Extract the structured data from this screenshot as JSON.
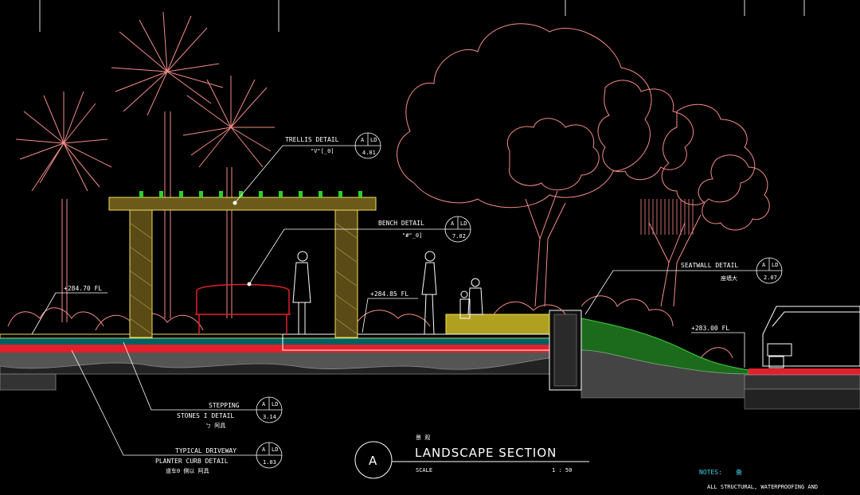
{
  "callouts": {
    "trellis": {
      "title": "TRELLIS DETAIL",
      "sub": "\"V\"[_0]",
      "letter": "A",
      "sheet": "LD",
      "num": "4.01"
    },
    "bench": {
      "title": "BENCH DETAIL",
      "sub": "\"#\"_0]",
      "letter": "A",
      "sheet": "LD",
      "num": "7.02"
    },
    "seatwall": {
      "title": "SEATWALL DETAIL",
      "sub": "座墙大",
      "letter": "A",
      "sheet": "LD",
      "num": "2.07"
    },
    "stepping": {
      "title": "STEPPING",
      "title2": "STONES I DETAIL",
      "sub": "ㄅ   阿具",
      "letter": "A",
      "sheet": "LD",
      "num": "3.14"
    },
    "driveway": {
      "title": "TYPICAL DRIVEWAY",
      "title2": "PLANTER CURB DETAIL",
      "sub": "道车0  側以   阿具",
      "letter": "A",
      "sheet": "LD",
      "num": "1.03"
    }
  },
  "levels": {
    "left": "+284.70 FL",
    "mid": "+284.85 FL",
    "right": "+283.00 FL"
  },
  "title_block": {
    "letter": "A",
    "cn": "景    观",
    "title": "LANDSCAPE SECTION",
    "scale_label": "SCALE",
    "scale_value": "1 : 50"
  },
  "notes": {
    "label": "NOTES:",
    "cn": "备",
    "text": "ALL STRUCTURAL, WATERPROOFING AND"
  },
  "colors": {
    "tree": "#f48c86",
    "trellis": "#f0e060",
    "structure": "#ffffff",
    "accent_red": "#e0202a",
    "notes": "#3fd0f0",
    "ground": "#9a9a9a"
  }
}
